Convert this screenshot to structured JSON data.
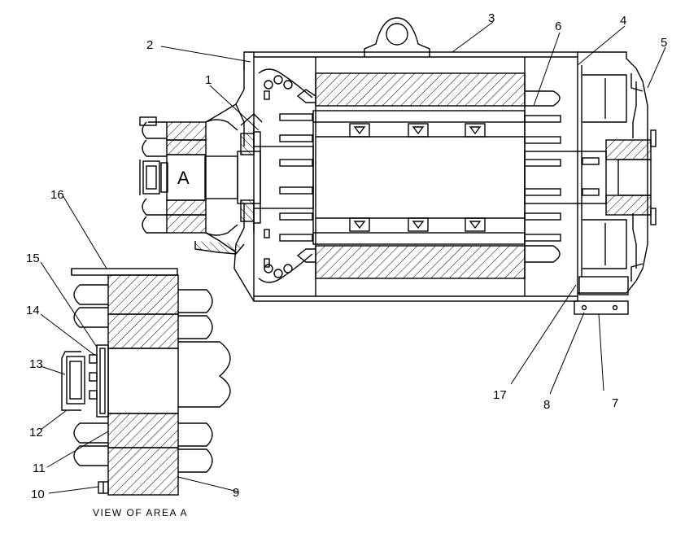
{
  "diagram": {
    "callouts": [
      "1",
      "2",
      "3",
      "4",
      "5",
      "6",
      "7",
      "8",
      "9",
      "10",
      "11",
      "12",
      "13",
      "14",
      "15",
      "16",
      "17"
    ],
    "area_marker": "A",
    "detail_caption": "VIEW OF AREA A"
  },
  "colors": {
    "line": "#000000",
    "background": "#ffffff"
  }
}
